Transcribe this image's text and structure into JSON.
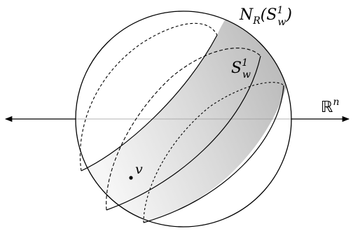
{
  "labels": {
    "neighborhood": {
      "base": "N",
      "sub": "R",
      "open": "(S",
      "sup": "1",
      "sub2": "w",
      "close": ")"
    },
    "circle": {
      "base": "S",
      "sup": "1",
      "sub": "w"
    },
    "space": {
      "base": "ℝ",
      "sup": "n"
    },
    "point": "v"
  },
  "colors": {
    "stroke": "#000000",
    "band_light": "#f6f6f6",
    "band_dark": "#bdbdbd"
  }
}
